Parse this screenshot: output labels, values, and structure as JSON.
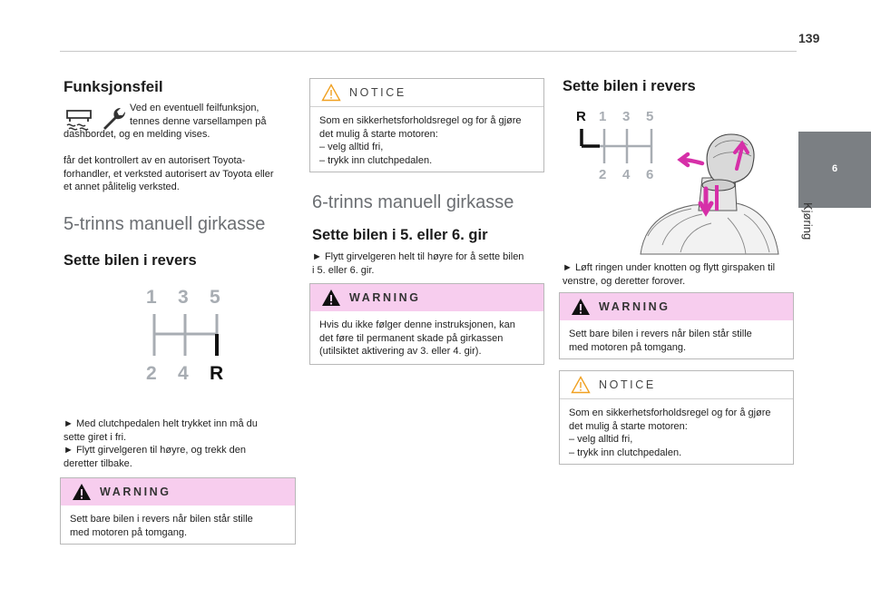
{
  "page_number": "139",
  "side_tab": {
    "number": "6",
    "label": "Kjøring"
  },
  "col1": {
    "heading": "Funksjonsfeil",
    "fault_lines": [
      "Ved en eventuell feilfunksjon,",
      "tennes denne varsellampen på"
    ],
    "fault_lines_full": [
      "dashbordet, og en melding vises.",
      "får det kontrollert av en autorisert Toyota-",
      "forhandler, et verksted autorisert av Toyota eller",
      "et annet pålitelig verksted."
    ],
    "section_title": "5-trinns manuell girkasse",
    "subheading": "Sette bilen i revers",
    "diagram_labels": {
      "top": [
        "1",
        "3",
        "5"
      ],
      "bottom": [
        "2",
        "4",
        "R"
      ]
    },
    "instructions": [
      "► Med clutchpedalen helt trykket inn må du",
      "sette giret i fri.",
      "► Flytt girvelgeren til høyre, og trekk den",
      "deretter tilbake."
    ],
    "warning": {
      "title": "WARNING",
      "lines": [
        "Sett bare bilen i revers når bilen står stille",
        "med motoren på tomgang."
      ]
    }
  },
  "col2": {
    "notice": {
      "title": "NOTICE",
      "lines": [
        "Som en sikkerhetsforholdsregel og for å gjøre",
        "det mulig å starte motoren:",
        "–  velg alltid fri,",
        "–  trykk inn clutchpedalen."
      ]
    },
    "section_title": "6-trinns manuell girkasse",
    "subheading": "Sette bilen i 5. eller 6. gir",
    "instructions": [
      "► Flytt girvelgeren helt til høyre for å sette bilen",
      "i 5. eller 6. gir."
    ],
    "warning": {
      "title": "WARNING",
      "lines": [
        "Hvis du ikke følger denne instruksjonen, kan",
        "det føre til permanent skade på girkassen",
        "(utilsiktet aktivering av 3. eller 4. gir)."
      ]
    }
  },
  "col3": {
    "subheading": "Sette bilen i revers",
    "diagram_labels": {
      "top": [
        "R",
        "1",
        "3",
        "5"
      ],
      "bottom": [
        "2",
        "4",
        "6"
      ]
    },
    "instructions": [
      "► Løft ringen under knotten og flytt girspaken til",
      "venstre, og deretter forover."
    ],
    "warning": {
      "title": "WARNING",
      "lines": [
        "Sett bare bilen i revers når bilen står stille",
        "med motoren på tomgang."
      ]
    },
    "notice": {
      "title": "NOTICE",
      "lines": [
        "Som en sikkerhetsforholdsregel og for å gjøre",
        "det mulig å starte motoren:",
        "–  velg alltid fri,",
        "–  trykk inn clutchpedalen."
      ]
    }
  },
  "colors": {
    "warning_bg": "#f7cdee",
    "notice_icon": "#f0a020",
    "tab_bg": "#7b7f83",
    "arrow": "#d62fa8"
  }
}
